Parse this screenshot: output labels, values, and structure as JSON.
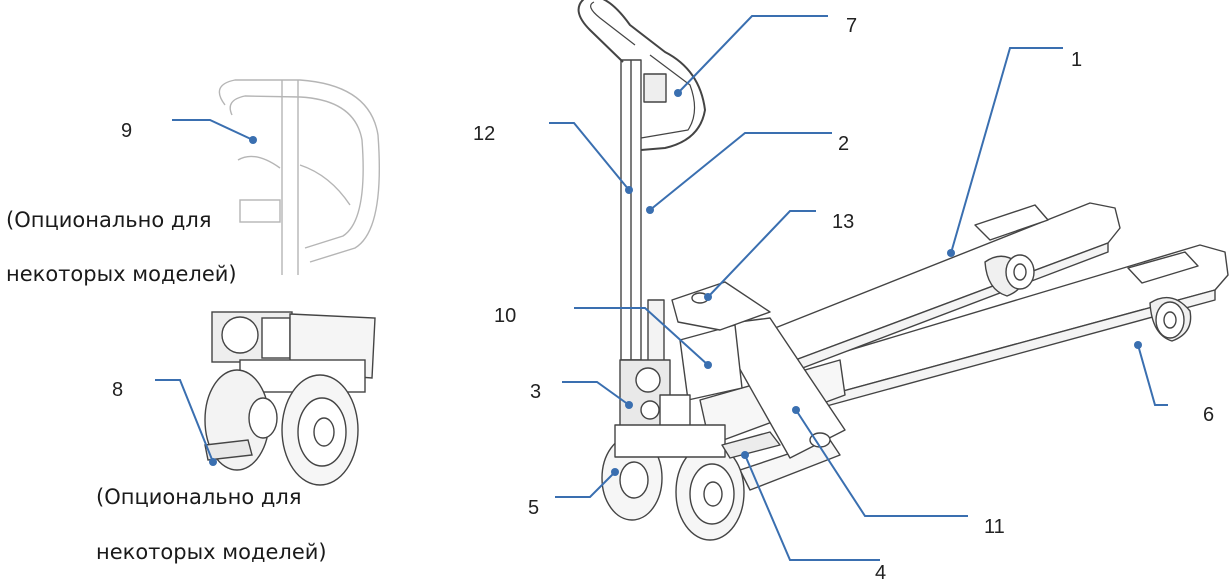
{
  "callouts": [
    {
      "id": "1",
      "label": "1"
    },
    {
      "id": "2",
      "label": "2"
    },
    {
      "id": "3",
      "label": "3"
    },
    {
      "id": "4",
      "label": "4"
    },
    {
      "id": "5",
      "label": "5"
    },
    {
      "id": "6",
      "label": "6"
    },
    {
      "id": "7",
      "label": "7"
    },
    {
      "id": "8",
      "label": "8"
    },
    {
      "id": "9",
      "label": "9"
    },
    {
      "id": "10",
      "label": "10"
    },
    {
      "id": "11",
      "label": "11"
    },
    {
      "id": "12",
      "label": "12"
    },
    {
      "id": "13",
      "label": "13"
    }
  ],
  "captions": {
    "optional_top": {
      "line1": "(Опционально для",
      "line2": "некоторых моделей)"
    },
    "optional_bottom": {
      "line1": "(Опционально для",
      "line2": "некоторых моделей)"
    }
  },
  "colors": {
    "leader": "#3a6fb0",
    "outline": "#444444",
    "ghost": "#b5b5b5"
  }
}
